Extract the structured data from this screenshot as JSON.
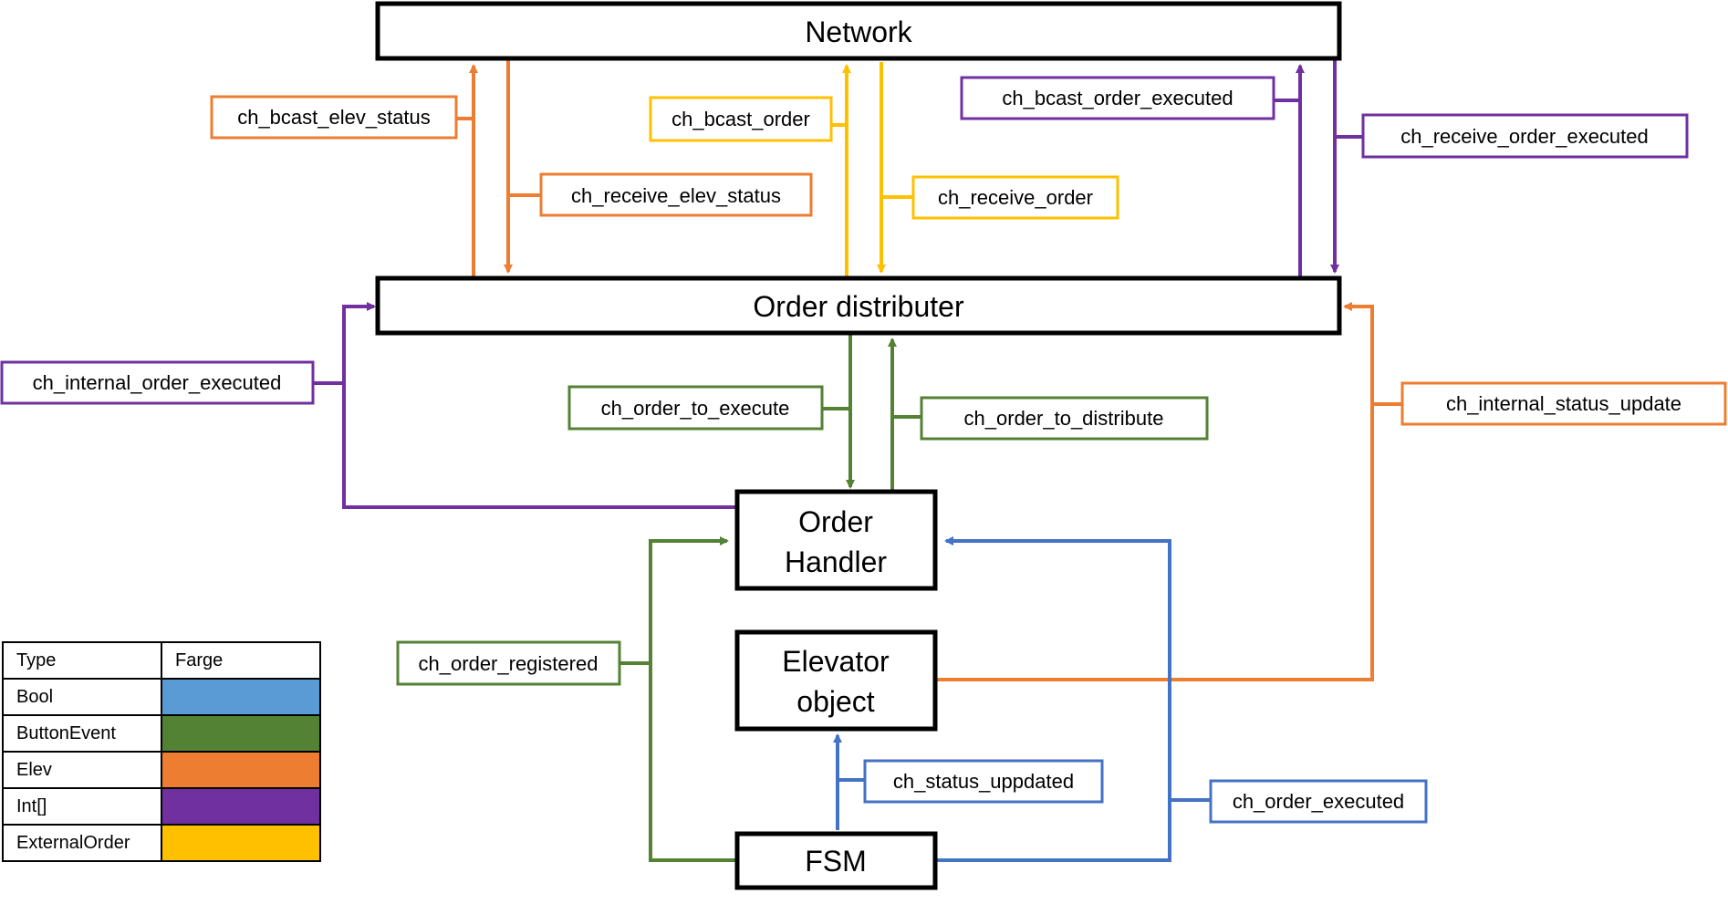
{
  "colors": {
    "orange": "#ED7D31",
    "yellow": "#FFC000",
    "purple": "#7030A0",
    "green": "#548235",
    "blue": "#4472C4",
    "light_blue": "#5B9BD5",
    "black": "#000000"
  },
  "nodes": {
    "network": "Network",
    "order_distributer": "Order distributer",
    "order_handler": [
      "Order",
      "Handler"
    ],
    "elevator_object": [
      "Elevator",
      "object"
    ],
    "fsm": "FSM"
  },
  "channels": {
    "bcast_elev_status": "ch_bcast_elev_status",
    "receive_elev_status": "ch_receive_elev_status",
    "bcast_order": "ch_bcast_order",
    "receive_order": "ch_receive_order",
    "bcast_order_executed": "ch_bcast_order_executed",
    "receive_order_executed": "ch_receive_order_executed",
    "internal_order_executed": "ch_internal_order_executed",
    "order_to_execute": "ch_order_to_execute",
    "order_to_distribute": "ch_order_to_distribute",
    "internal_status_update": "ch_internal_status_update",
    "order_registered": "ch_order_registered",
    "status_uppdated": "ch_status_uppdated",
    "order_executed": "ch_order_executed"
  },
  "legend": {
    "header": [
      "Type",
      "Farge"
    ],
    "rows": [
      {
        "type": "Bool",
        "color": "#5B9BD5"
      },
      {
        "type": "ButtonEvent",
        "color": "#548235"
      },
      {
        "type": "Elev",
        "color": "#ED7D31"
      },
      {
        "type": "Int[]",
        "color": "#7030A0"
      },
      {
        "type": "ExternalOrder",
        "color": "#FFC000"
      }
    ]
  }
}
